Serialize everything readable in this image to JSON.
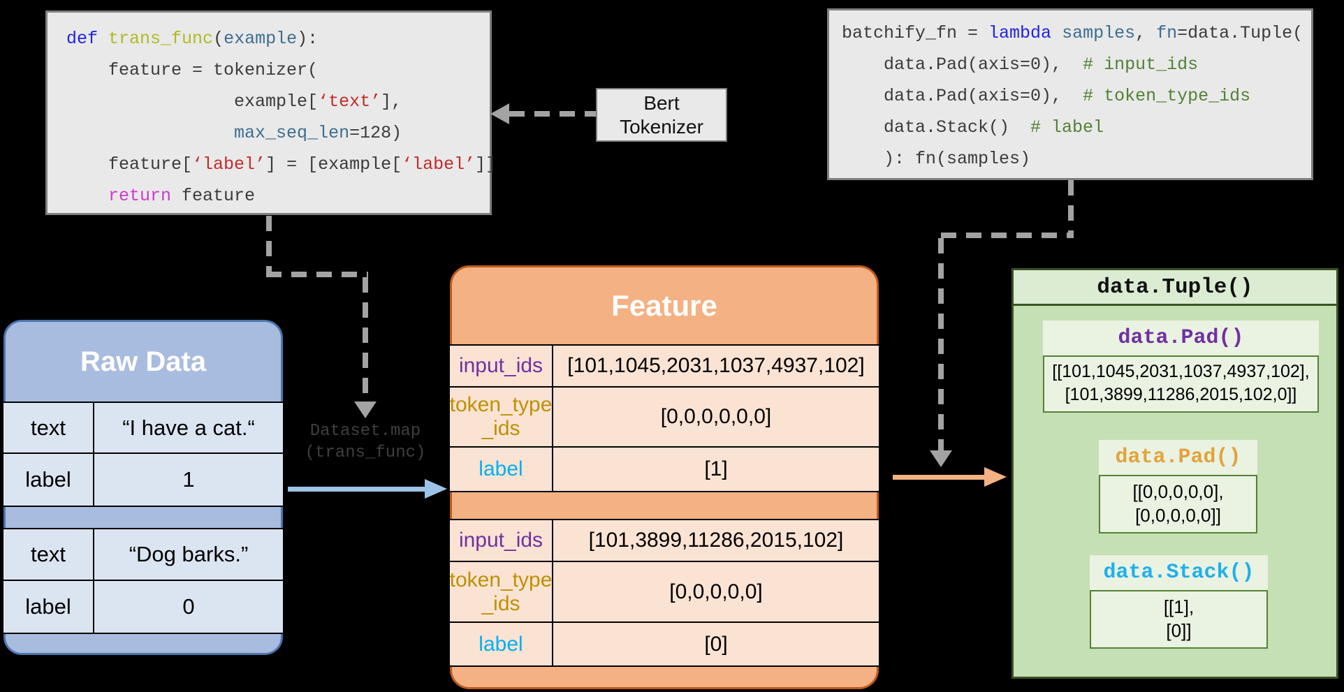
{
  "colors": {
    "background": "#000000",
    "code_bg": "#e9e9e9",
    "code_border": "#7f7f7f",
    "arrow_gray": "#a3a3a3",
    "arrow_blue": "#9dc3e6",
    "arrow_orange": "#f4b183",
    "raw_panel_bg": "#a8bcdf",
    "raw_cell_bg": "#dbe5f1",
    "feature_panel_bg": "#f4b183",
    "feature_cell_bg": "#fbe3d4",
    "green_panel_bg": "#c5e0b4",
    "green_header_bg": "#dbecd3",
    "card_bg": "#eaf2e2",
    "card_border": "#538135"
  },
  "code_colors": {
    "pl": "#3b3b3b",
    "kw": "#2323dd",
    "fn": "#b2ba25",
    "arg": "#3c6e91",
    "str": "#c32b2b",
    "ret": "#cb3ccb",
    "com": "#538135"
  },
  "left_code": {
    "lines": [
      [
        [
          "def",
          "kw"
        ],
        [
          " ",
          "pl"
        ],
        [
          "trans_func",
          "fn"
        ],
        [
          "(",
          "pl"
        ],
        [
          "example",
          "arg"
        ],
        [
          "):",
          "pl"
        ]
      ],
      [
        [
          "    feature = tokenizer(",
          "pl"
        ]
      ],
      [
        [
          "                example[",
          "pl"
        ],
        [
          "‘text’",
          "str"
        ],
        [
          "],",
          "pl"
        ]
      ],
      [
        [
          "                ",
          "pl"
        ],
        [
          "max_seq_len",
          "arg"
        ],
        [
          "=128)",
          "pl"
        ]
      ],
      [
        [
          "    feature[",
          "pl"
        ],
        [
          "‘label’",
          "str"
        ],
        [
          "] = [example[",
          "pl"
        ],
        [
          "‘label’",
          "str"
        ],
        [
          "]]",
          "pl"
        ]
      ],
      [
        [
          "    ",
          "pl"
        ],
        [
          "return",
          "ret"
        ],
        [
          " feature",
          "pl"
        ]
      ]
    ]
  },
  "right_code": {
    "lines": [
      [
        [
          "batchify_fn = ",
          "pl"
        ],
        [
          "lambda",
          "kw"
        ],
        [
          " ",
          "pl"
        ],
        [
          "samples",
          "arg"
        ],
        [
          ", ",
          "pl"
        ],
        [
          "fn",
          "arg"
        ],
        [
          "=data.Tuple(",
          "pl"
        ]
      ],
      [
        [
          "    data.Pad(axis=0),  ",
          "pl"
        ],
        [
          "# input_ids",
          "com"
        ]
      ],
      [
        [
          "    data.Pad(axis=0),  ",
          "pl"
        ],
        [
          "# token_type_ids",
          "com"
        ]
      ],
      [
        [
          "    data.Stack()  ",
          "pl"
        ],
        [
          "# label",
          "com"
        ]
      ],
      [
        [
          "    ): fn(samples)",
          "pl"
        ]
      ]
    ]
  },
  "bert_box": {
    "line1": "Bert",
    "line2": "Tokenizer"
  },
  "map_label": {
    "line1": "Dataset.map",
    "line2": "(trans_func)"
  },
  "raw_data": {
    "title": "Raw Data",
    "groups": [
      {
        "rows": [
          {
            "key": "text",
            "value": "“I have a cat.“",
            "h": 73
          },
          {
            "key": "label",
            "value": "1",
            "h": 74
          }
        ]
      },
      {
        "rows": [
          {
            "key": "text",
            "value": "“Dog barks.”",
            "h": 74
          },
          {
            "key": "label",
            "value": "0",
            "h": 74
          }
        ]
      }
    ]
  },
  "feature": {
    "title": "Feature",
    "groups": [
      {
        "rows": [
          {
            "key": "input_ids",
            "kc": "#7030a0",
            "value": "[101,1045,2031,1037,4937,102]",
            "h": 60
          },
          {
            "key": "token_type\n_ids",
            "kc": "#bf9000",
            "value": "[0,0,0,0,0,0]",
            "h": 86
          },
          {
            "key": "label",
            "kc": "#00b0f0",
            "value": "[1]",
            "h": 62
          }
        ]
      },
      {
        "rows": [
          {
            "key": "input_ids",
            "kc": "#7030a0",
            "value": "[101,3899,11286,2015,102]",
            "h": 60
          },
          {
            "key": "token_type\n_ids",
            "kc": "#bf9000",
            "value": "[0,0,0,0,0]",
            "h": 87
          },
          {
            "key": "label",
            "kc": "#00b0f0",
            "value": "[0]",
            "h": 61
          }
        ]
      }
    ]
  },
  "tuple_panel": {
    "title": "data.Tuple()",
    "cards": [
      {
        "title": "data.Pad()",
        "tc": "#7030a0",
        "lines": [
          "[[101,1045,2031,1037,4937,102],",
          "[101,3899,11286,2015,102,0]]"
        ]
      },
      {
        "title": "data.Pad()",
        "tc": "#e2a33c",
        "lines": [
          "[[0,0,0,0,0],",
          "[0,0,0,0,0]]"
        ]
      },
      {
        "title": "data.Stack()",
        "tc": "#1fb0ea",
        "lines": [
          "[[1],",
          "[0]]"
        ]
      }
    ]
  }
}
